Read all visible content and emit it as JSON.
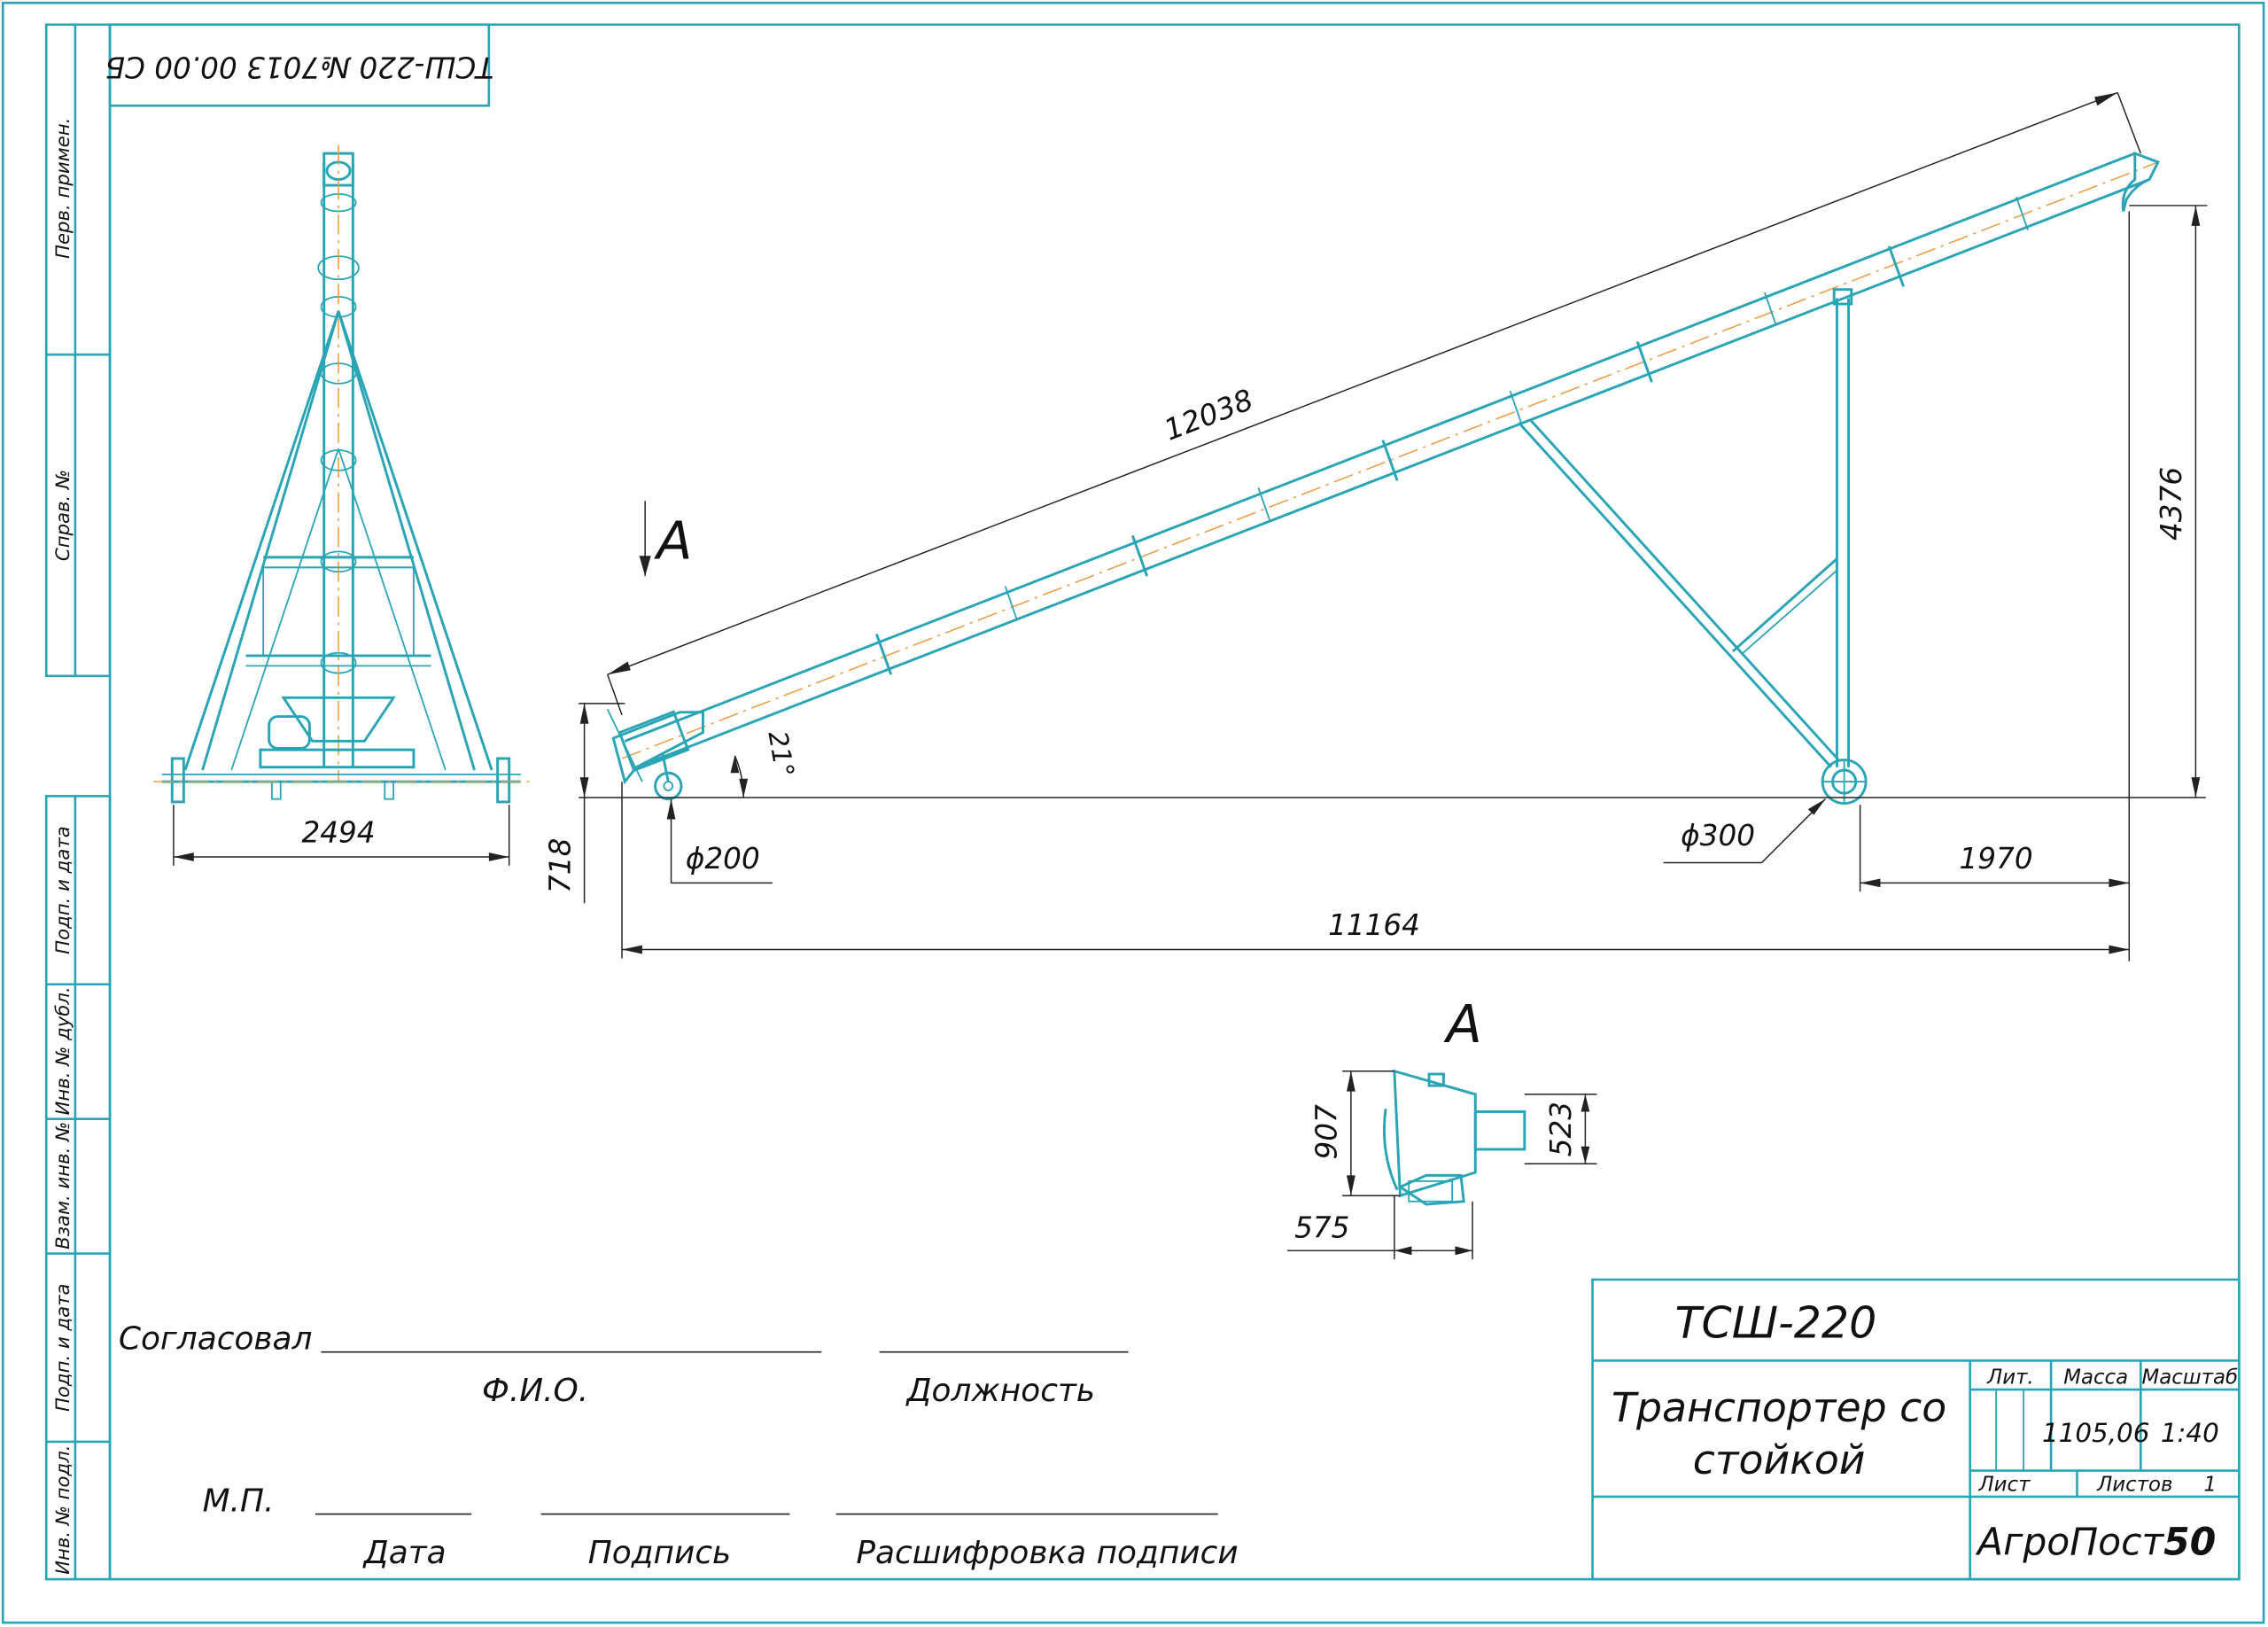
{
  "stamp_code": "ТСШ-220 №7013 00.00 СБ",
  "side_labels": [
    "Перв. примен.",
    "Справ. №",
    "Подп. и дата",
    "Инв. № дубл.",
    "Взам. инв. №",
    "Подп. и дата",
    "Инв. № подл."
  ],
  "dimensions": {
    "length_inclined": "12038",
    "height_total": "4376",
    "height_inlet": "718",
    "angle": "21°",
    "wheel_small": "ϕ200",
    "wheel_large": "ϕ300",
    "overhang": "1970",
    "length_total": "11164",
    "track_width": "2494",
    "hopper_height": "907",
    "hopper_outlet": "523",
    "hopper_width": "575"
  },
  "section_labels": {
    "view_arrow": "А",
    "view_title": "А"
  },
  "approval": {
    "agreed": "Согласовал",
    "fio": "Ф.И.О.",
    "position": "Должность",
    "stamp_place": "М.П.",
    "date": "Дата",
    "signature": "Подпись",
    "signature_decode": "Расшифровка подписи"
  },
  "title_block": {
    "designation": "ТСШ-220",
    "name_line1": "Транспортер со",
    "name_line2": "стойкой",
    "lit_header": "Лит.",
    "mass_header": "Масса",
    "scale_header": "Масштаб",
    "mass_value": "1105,06",
    "scale_value": "1:40",
    "sheet_label": "Лист",
    "sheets_label": "Листов",
    "sheets_value": "1",
    "company_name": "АгроПост",
    "company_number": "50"
  }
}
